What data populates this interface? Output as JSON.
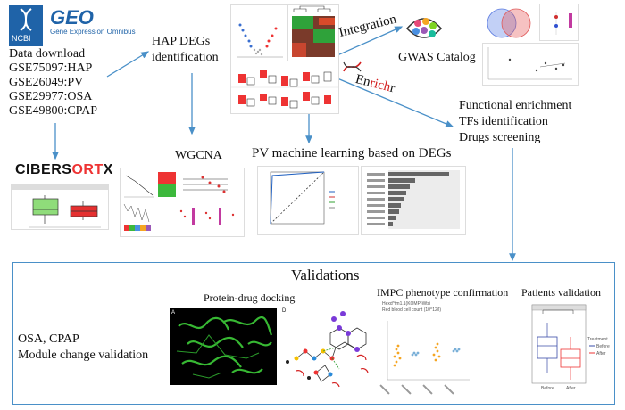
{
  "geo": {
    "ncbi_label": "NCBI",
    "geo_label": "GEO",
    "subtitle": "Gene Expression Omnibus"
  },
  "data_download": {
    "title": "Data download",
    "datasets": [
      "GSE75097:HAP",
      "GSE26049:PV",
      "GSE29977:OSA",
      "GSE49800:CPAP"
    ]
  },
  "steps": {
    "hap_degs": [
      "HAP DEGs",
      "identification"
    ],
    "integration": "Integration",
    "gwas": "GWAS Catalog",
    "enrichr": {
      "en": "En",
      "rich": "rich",
      "r": "r"
    },
    "functional": [
      "Functional enrichment",
      "TFs identification",
      "Drugs screening"
    ],
    "wgcna": "WGCNA",
    "pv_ml": "PV machine learning based on DEGs",
    "cibersort": {
      "main": "CIBERS",
      "ort": "ORT",
      "x": "X"
    }
  },
  "validations": {
    "title": "Validations",
    "left_lines": [
      "OSA, CPAP",
      "Module change validation"
    ],
    "docking": {
      "title": "Protein-drug docking",
      "panel_a": "A",
      "panel_d": "D"
    },
    "impc": {
      "title": "IMPC phenotype confirmation",
      "sub1": "Hexd^tm1.1(KOMP)Wtsi",
      "sub2": "Red blood cell count (10^12/l)"
    },
    "patients": {
      "title": "Patients validation",
      "legend_title": "Treatment",
      "legend": [
        "Before",
        "After"
      ],
      "x_labels": [
        "Before",
        "After"
      ]
    }
  },
  "colors": {
    "arrow": "#4a90c8",
    "geo_blue": "#1f63a8",
    "box_green": "#8fdc7a",
    "box_red": "#e53030",
    "enrichr_red": "#d42020",
    "green_protein": "#37b833"
  }
}
